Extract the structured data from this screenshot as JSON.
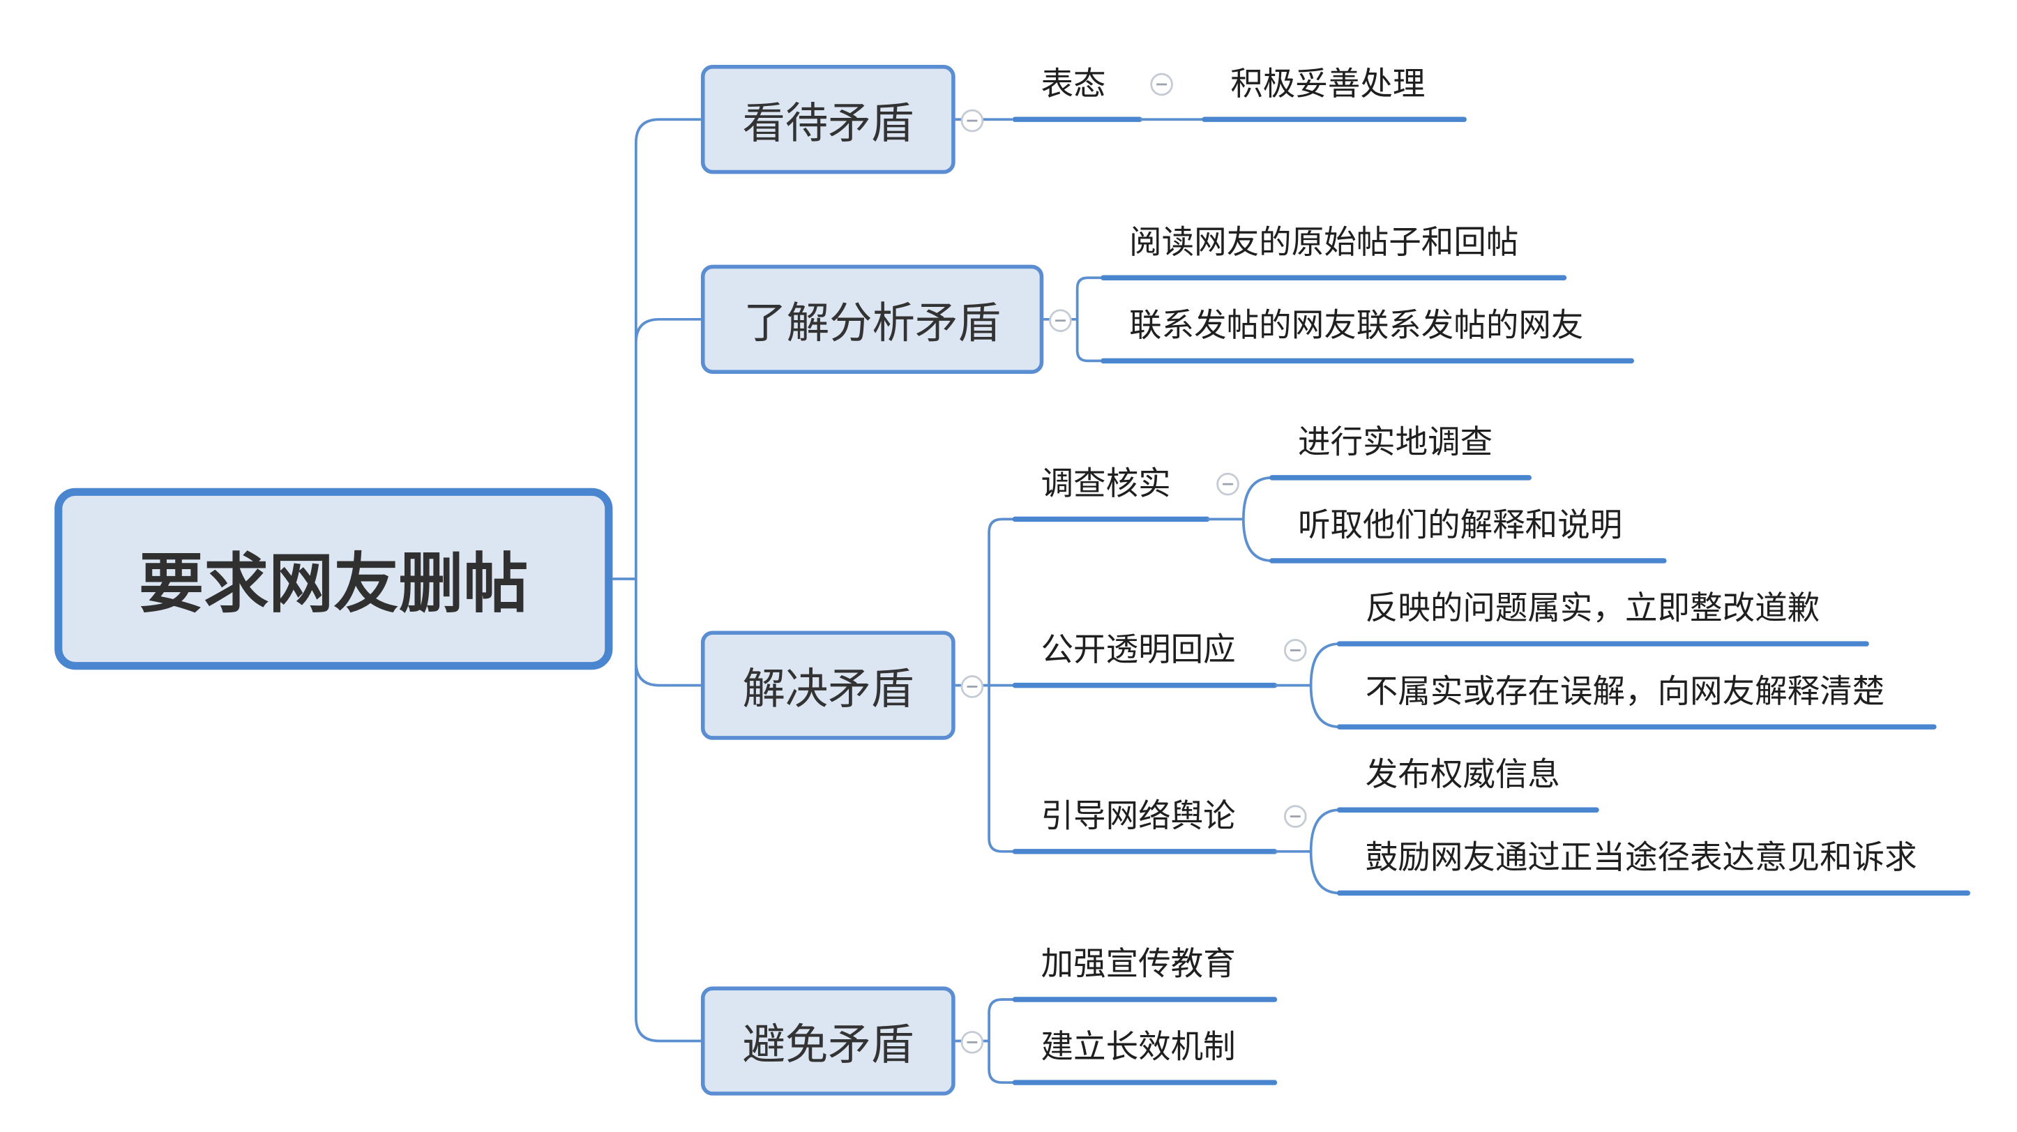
{
  "root": {
    "label": "要求网友删帖"
  },
  "branches": [
    {
      "label": "看待矛盾",
      "children": [
        {
          "label": "表态",
          "children": [
            {
              "label": "积极妥善处理"
            }
          ]
        }
      ]
    },
    {
      "label": "了解分析矛盾",
      "children": [
        {
          "label": "阅读网友的原始帖子和回帖"
        },
        {
          "label": "联系发帖的网友联系发帖的网友"
        }
      ]
    },
    {
      "label": "解决矛盾",
      "children": [
        {
          "label": "调查核实",
          "children": [
            {
              "label": "进行实地调查"
            },
            {
              "label": "听取他们的解释和说明"
            }
          ]
        },
        {
          "label": "公开透明回应",
          "children": [
            {
              "label": "反映的问题属实，立即整改道歉"
            },
            {
              "label": "不属实或存在误解，向网友解释清楚"
            }
          ]
        },
        {
          "label": "引导网络舆论",
          "children": [
            {
              "label": "发布权威信息"
            },
            {
              "label": "鼓励网友通过正当途径表达意见和诉求"
            }
          ]
        }
      ]
    },
    {
      "label": "避免矛盾",
      "children": [
        {
          "label": "加强宣传教育"
        },
        {
          "label": "建立长效机制"
        }
      ]
    }
  ],
  "colors": {
    "node_fill": "#dce6f2",
    "node_border": "#5a8dd2",
    "connector": "#5b8fd0",
    "underline": "#4a86cf",
    "text": "#1f1f1f"
  }
}
